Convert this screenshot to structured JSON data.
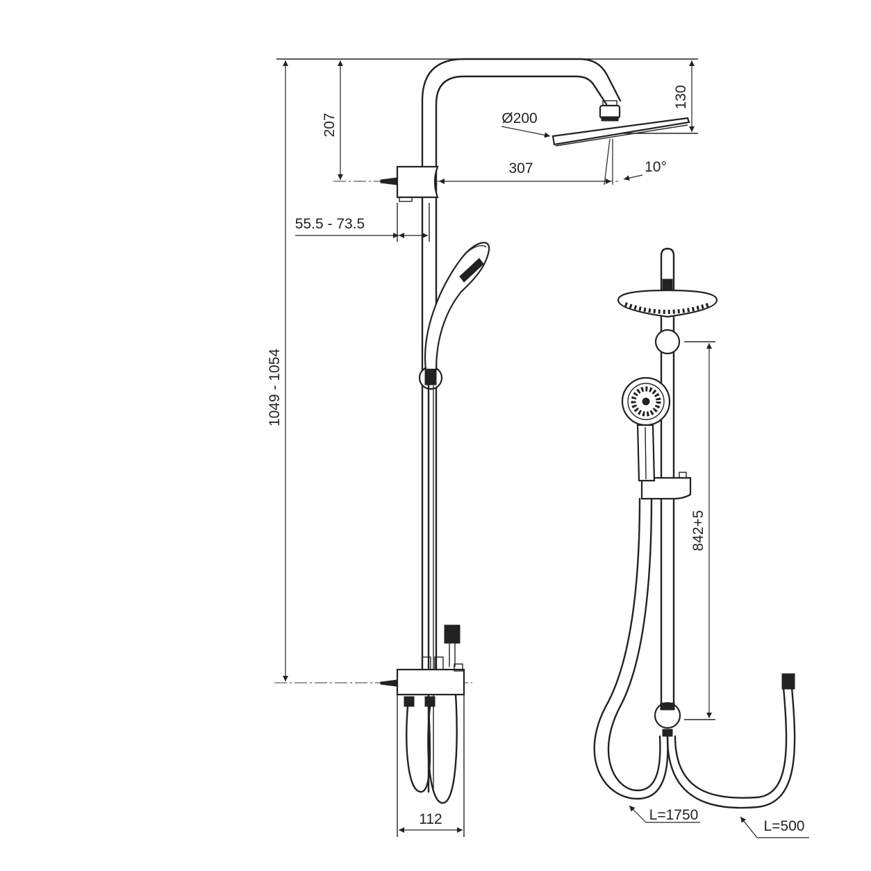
{
  "dimensions": {
    "total_height": "1049 - 1054",
    "top_bracket_height": "207",
    "wall_offset": "55.5 - 73.5",
    "arm_reach": "307",
    "head_drop": "130",
    "head_diameter": "Ø200",
    "head_angle": "10°",
    "bottom_width": "112",
    "rail_length": "842+5",
    "hose_long": "L=1750",
    "hose_short": "L=500"
  }
}
